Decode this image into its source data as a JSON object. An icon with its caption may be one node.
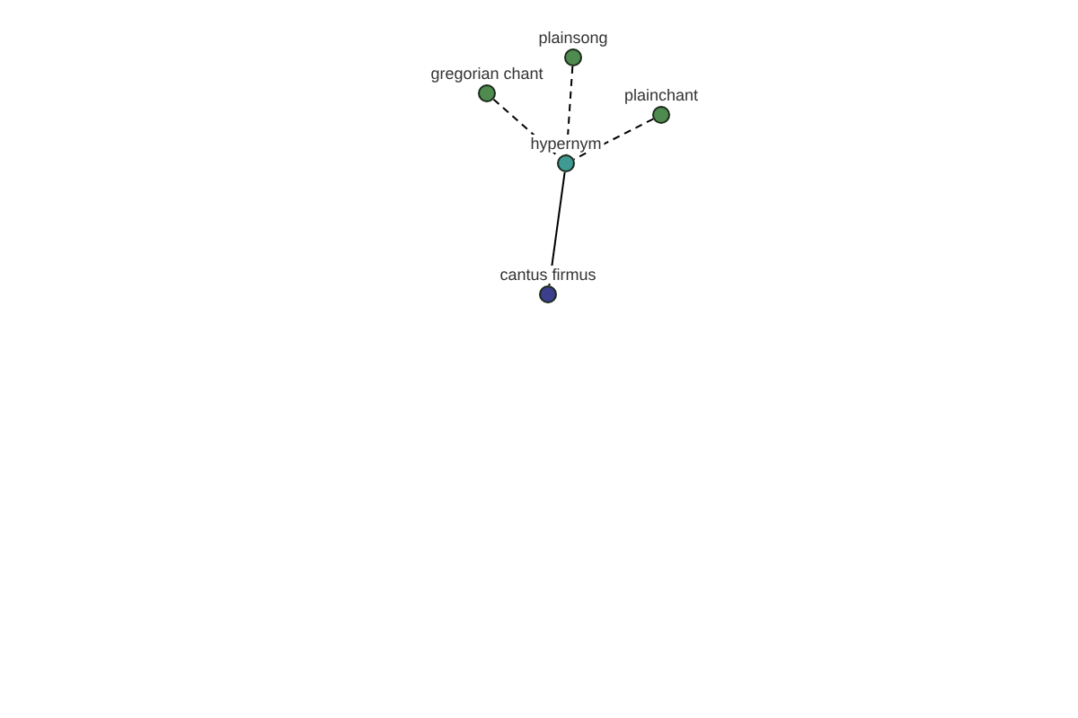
{
  "diagram": {
    "nodes": [
      {
        "text": [],
        "shape": "circle",
        "beside": [
          "plainsong"
        ]
      },
      {
        "text": [],
        "shape": "circle",
        "beside": [
          "gregorian chant"
        ]
      },
      {
        "text": [],
        "shape": "circle",
        "beside": [
          "plainchant"
        ]
      },
      {
        "text": [],
        "shape": "circle",
        "beside": [
          "hypernym"
        ]
      },
      {
        "text": [],
        "shape": "circle",
        "beside": [
          "cantus firmus"
        ]
      }
    ],
    "edges": [
      {
        "from": 0,
        "to": 3,
        "arrow": "none",
        "style": "dashed"
      },
      {
        "from": 1,
        "to": 3,
        "arrow": "none",
        "style": "dashed"
      },
      {
        "from": 2,
        "to": 3,
        "arrow": "none",
        "style": "dashed"
      },
      {
        "from": 3,
        "to": 4,
        "arrow": "none"
      }
    ]
  }
}
